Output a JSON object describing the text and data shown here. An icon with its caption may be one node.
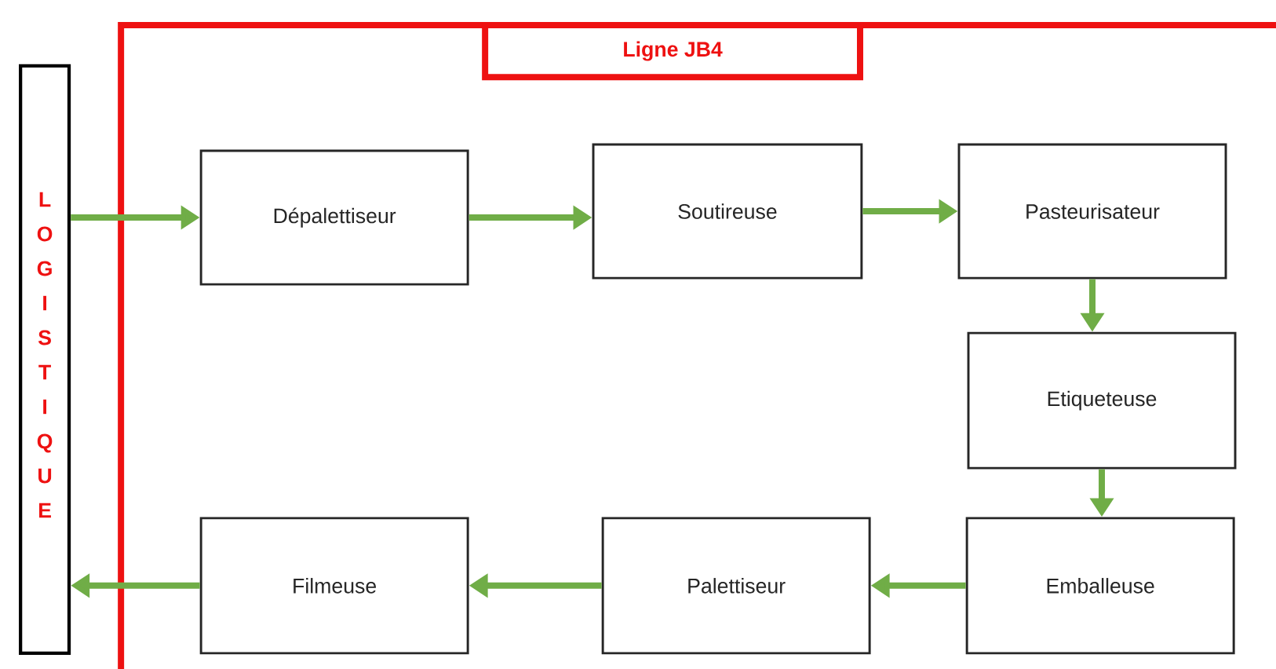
{
  "diagram": {
    "nodes": [
      {
        "text": [
          "LOGISTIQUE"
        ]
      },
      {
        "text": [
          "Ligne JB4"
        ]
      },
      {
        "text": [
          "Dépalettiseur"
        ],
        "in": 1
      },
      {
        "text": [
          "Soutireuse"
        ],
        "in": 1
      },
      {
        "text": [
          "Pasteurisateur"
        ],
        "in": 1
      },
      {
        "text": [
          "Etiqueteuse"
        ],
        "in": 1
      },
      {
        "text": [
          "Emballeuse"
        ],
        "in": 1
      },
      {
        "text": [
          "Palettiseur"
        ],
        "in": 1
      },
      {
        "text": [
          "Filmeuse"
        ],
        "in": 1
      }
    ],
    "edges": [
      {
        "from": 0,
        "to": 2,
        "arrow": "to"
      },
      {
        "from": 2,
        "to": 3,
        "arrow": "to"
      },
      {
        "from": 3,
        "to": 4,
        "arrow": "to"
      },
      {
        "from": 4,
        "to": 5,
        "arrow": "to"
      },
      {
        "from": 5,
        "to": 6,
        "arrow": "to"
      },
      {
        "from": 6,
        "to": 7,
        "arrow": "to"
      },
      {
        "from": 7,
        "to": 8,
        "arrow": "to"
      },
      {
        "from": 8,
        "to": 0,
        "arrow": "to"
      }
    ]
  }
}
